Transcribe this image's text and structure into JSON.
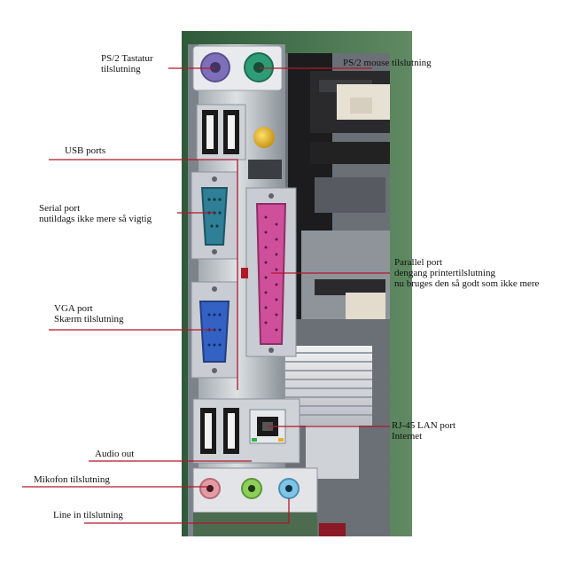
{
  "colors": {
    "leader_line": "#b0182a",
    "board_green": "#3f6b4a",
    "heatsink": "#d9dade",
    "metal": "#c9ccd2",
    "ps2_keyboard": "#7e6fb8",
    "ps2_mouse": "#2e9c76",
    "serial_port": "#2f7f96",
    "parallel_port": "#cf4f9a",
    "vga_port": "#3361c4",
    "audio_out": "#8ccf5a",
    "mic_in": "#e59aa4",
    "line_in": "#7ec4e6",
    "usb": "#1a1a1a"
  },
  "labels": {
    "ps2_keyboard": [
      "PS/2 Tastatur",
      "tilslutning"
    ],
    "ps2_mouse": [
      "PS/2 mouse tilslutning"
    ],
    "usb": [
      "USB ports"
    ],
    "serial": [
      "Serial port",
      "nutildags ikke mere så vigtig"
    ],
    "parallel": [
      "Parallel port",
      "dengang printertilslutning",
      "nu bruges den så godt som ikke mere"
    ],
    "vga": [
      "VGA port",
      "Skærm tilslutning"
    ],
    "lan": [
      "RJ-45 LAN port",
      "Internet"
    ],
    "audio_out": [
      "Audio out"
    ],
    "mic": [
      "Mikofon tilslutning"
    ],
    "line_in": [
      "Line in tilslutning"
    ]
  },
  "icons": {
    "ps2_keyboard": "ps2-keyboard-connector-icon",
    "ps2_mouse": "ps2-mouse-connector-icon",
    "usb": "usb-port-icon",
    "serial": "serial-port-icon",
    "parallel": "parallel-port-icon",
    "vga": "vga-port-icon",
    "lan": "rj45-port-icon",
    "audio": "audio-jack-icon"
  }
}
